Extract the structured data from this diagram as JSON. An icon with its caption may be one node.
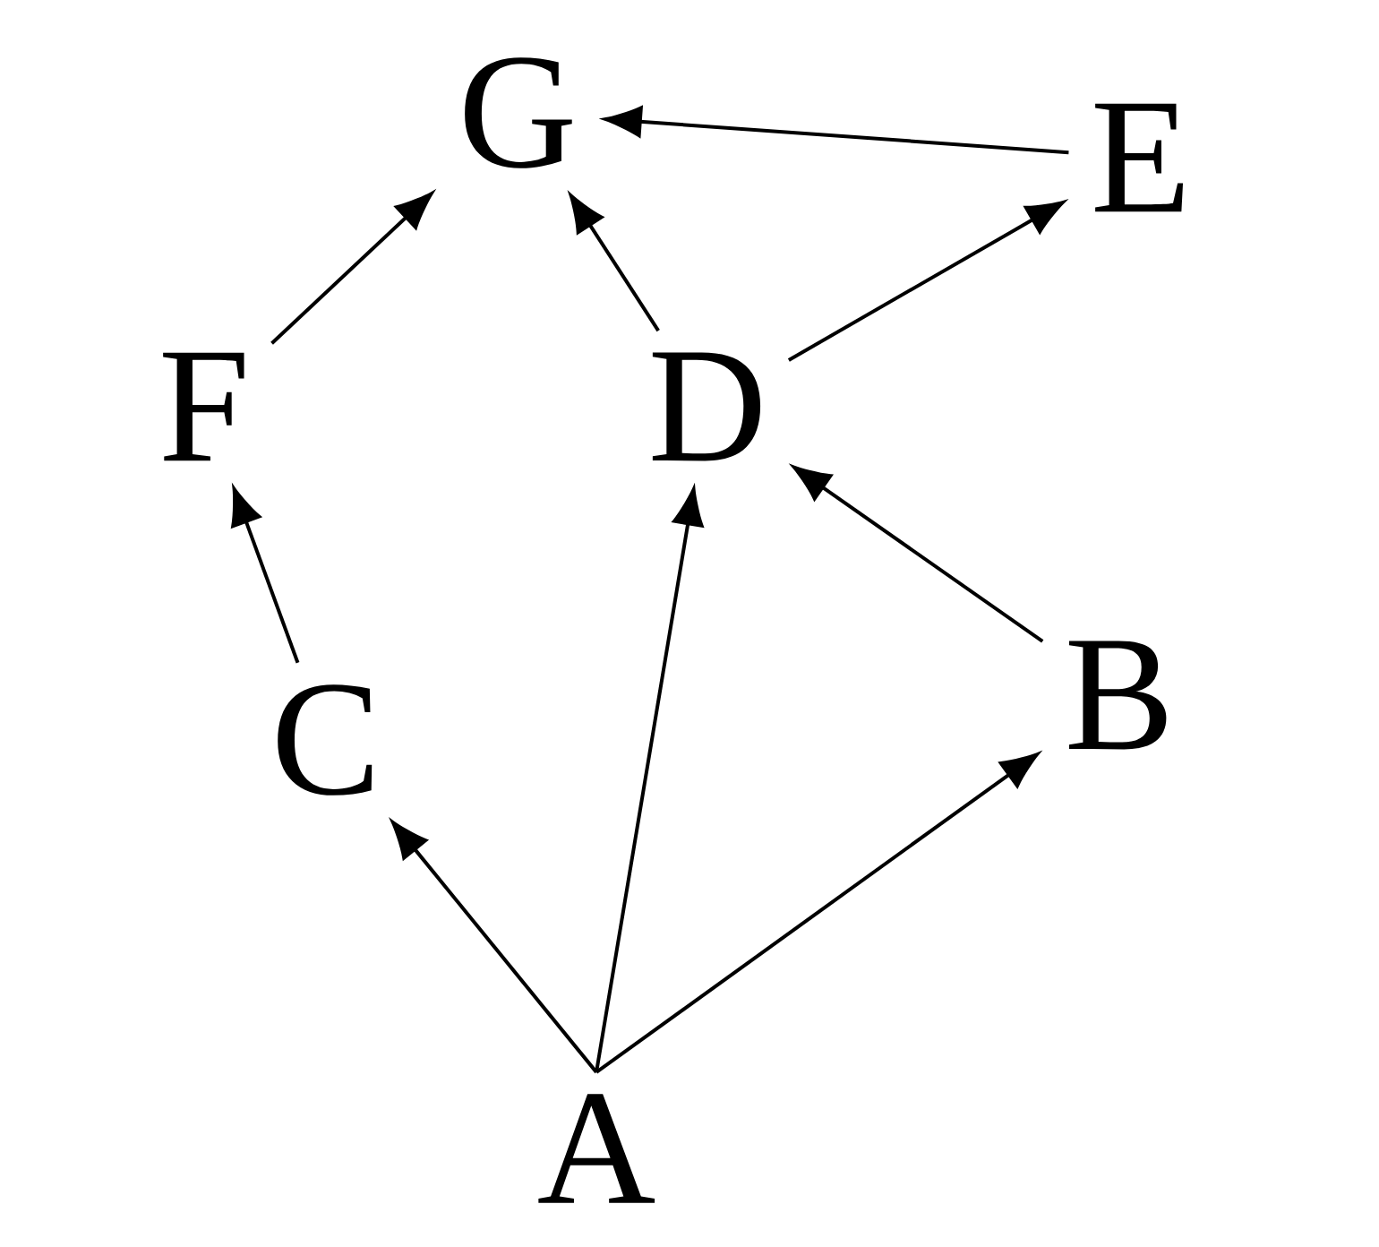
{
  "diagram": {
    "nodes": [
      {
        "text": [
          "G"
        ]
      },
      {
        "text": [
          "E"
        ]
      },
      {
        "text": [
          "F"
        ]
      },
      {
        "text": [
          "D"
        ]
      },
      {
        "text": [
          "C"
        ]
      },
      {
        "text": [
          "B"
        ]
      },
      {
        "text": [
          "A"
        ]
      }
    ],
    "edges": [
      {
        "from": 6,
        "to": 4,
        "arrow": "to"
      },
      {
        "from": 6,
        "to": 3,
        "arrow": "to"
      },
      {
        "from": 6,
        "to": 5,
        "arrow": "to"
      },
      {
        "from": 4,
        "to": 2,
        "arrow": "to"
      },
      {
        "from": 5,
        "to": 3,
        "arrow": "to"
      },
      {
        "from": 2,
        "to": 0,
        "arrow": "to"
      },
      {
        "from": 3,
        "to": 0,
        "arrow": "to"
      },
      {
        "from": 3,
        "to": 1,
        "arrow": "to"
      },
      {
        "from": 1,
        "to": 0,
        "arrow": "to"
      }
    ]
  }
}
